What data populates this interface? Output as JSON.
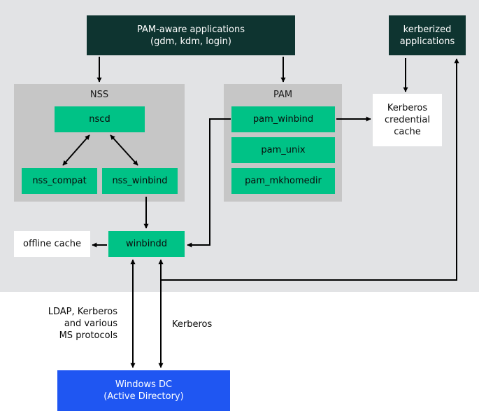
{
  "diagram": {
    "nodes": {
      "pam_aware": "PAM-aware applications\n(gdm, kdm, login)",
      "kerberized": "kerberized\napplications",
      "nss_group": "NSS",
      "pam_group": "PAM",
      "nscd": "nscd",
      "nss_compat": "nss_compat",
      "nss_winbind": "nss_winbind",
      "pam_winbind": "pam_winbind",
      "pam_unix": "pam_unix",
      "pam_mkhomedir": "pam_mkhomedir",
      "krb_cache": "Kerberos\ncredential\ncache",
      "offline_cache": "offline cache",
      "winbindd": "winbindd",
      "windows_dc": "Windows DC\n(Active Directory)"
    },
    "edge_labels": {
      "ldap": "LDAP, Kerberos\nand various\nMS protocols",
      "kerberos": "Kerberos"
    },
    "colors": {
      "panel": "#e2e3e5",
      "group": "#c6c6c6",
      "dark_box": "#0e3430",
      "green_box": "#00c286",
      "blue_box": "#1f56f2",
      "arrow": "#000000"
    }
  }
}
